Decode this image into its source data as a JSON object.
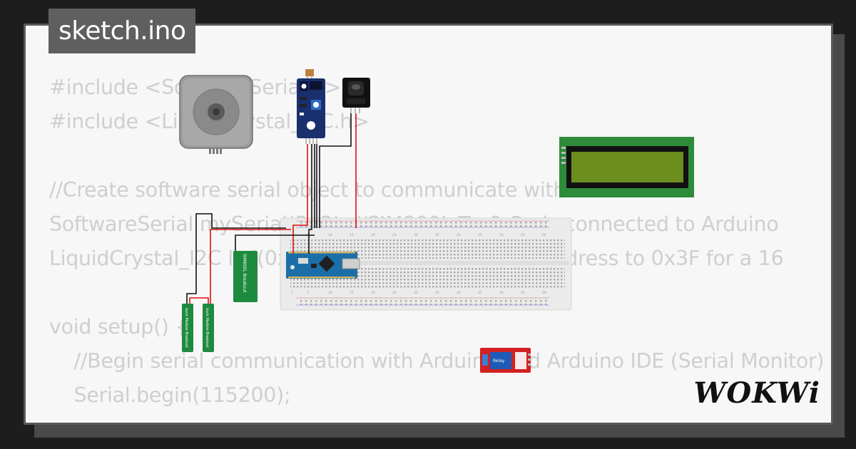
{
  "title": "sketch.ino",
  "logo": "WOKWi",
  "code": [
    "#include <SoftwareSerial.h>",
    "#include <LiquidCrystal_I2C.h>",
    "",
    "//Create software serial object to communicate with SIM800L",
    "SoftwareSerial mySerial(3, 2); //SIM800L Tx & Rx is connected to Arduino",
    "LiquidCrystal_I2C lcd(0x27, 16, 2); // set the LCD address to 0x3F for a 16",
    "",
    "void setup() {",
    "  //Begin serial communication with Arduino and Arduino IDE (Serial Monitor)",
    "  Serial.begin(115200);"
  ],
  "components": {
    "sim_label": "SIM800L Breakout",
    "buck_label_1": "buck Module Breakout",
    "buck_label_2": "buck Module Breakout",
    "relay_label": "Relay"
  },
  "colors": {
    "card_bg": "#f7f7f7",
    "code_text": "#cfcfcf",
    "title_bg": "#5f5f5f",
    "lcd_green": "#2e7d32",
    "lcd_screen": "#6b8e1f",
    "arduino_blue": "#1b6fa8",
    "breakout_green": "#1e8a3e",
    "relay_red": "#d32020",
    "wire_red": "#e01010",
    "wire_black": "#111111"
  }
}
